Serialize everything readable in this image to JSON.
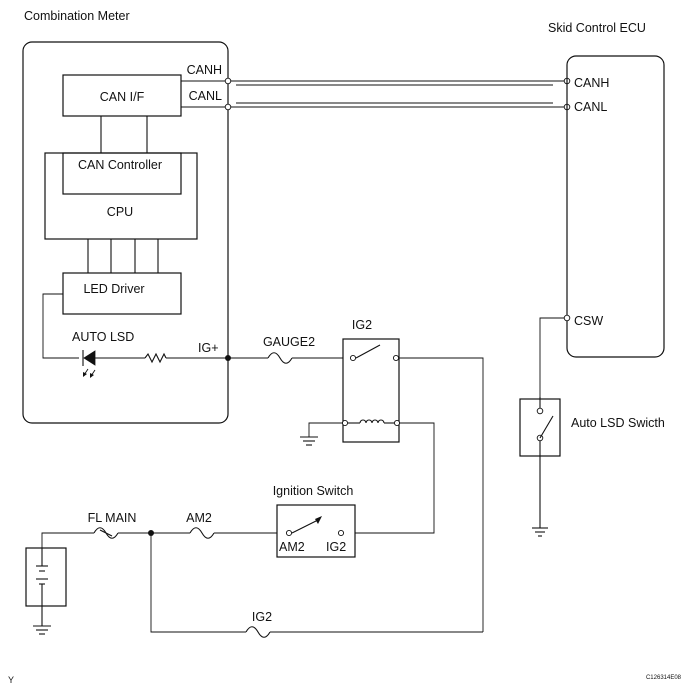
{
  "combination_meter": {
    "title": "Combination Meter",
    "can_if": "CAN I/F",
    "can_controller": "CAN Controller",
    "cpu": "CPU",
    "led_driver": "LED Driver",
    "auto_lsd": "AUTO LSD",
    "pin_canh": "CANH",
    "pin_canl": "CANL",
    "pin_igplus": "IG+"
  },
  "skid_control_ecu": {
    "title": "Skid Control ECU",
    "pin_canh": "CANH",
    "pin_canl": "CANL",
    "pin_csw": "CSW"
  },
  "fuses": {
    "gauge2": "GAUGE2",
    "fl_main": "FL MAIN",
    "am2": "AM2",
    "ig2": "IG2"
  },
  "ig2_relay": {
    "label": "IG2"
  },
  "ignition_switch": {
    "title": "Ignition Switch",
    "pin_am2": "AM2",
    "pin_ig2": "IG2"
  },
  "auto_lsd_switch": {
    "label": "Auto LSD Swicth"
  },
  "corner_letter": "Y",
  "figure_code": "C126314E08"
}
